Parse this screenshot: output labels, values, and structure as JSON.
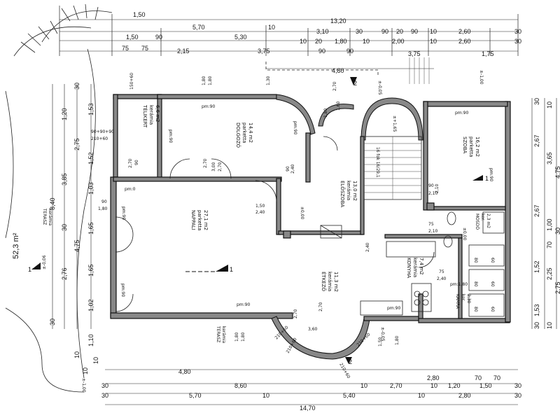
{
  "plan": {
    "area_label": "52,3 m²",
    "level_outer": "±-0,06",
    "rooms": [
      {
        "id": "dolgozo",
        "name": "DOLGOZÓ",
        "floor": "parketta",
        "area": "14,4 m2"
      },
      {
        "id": "szoba",
        "name": "SZOBA",
        "floor": "parketta",
        "area": "16,2 m2"
      },
      {
        "id": "telikert",
        "name": "TÉLIKERT",
        "floor": "kerámia",
        "area": "6,6 m2"
      },
      {
        "id": "eloszoba",
        "name": "ELŐSZOBA",
        "floor": "kerámia",
        "area": "13,0 m2"
      },
      {
        "id": "nappali",
        "name": "NAPPALI",
        "floor": "parketta",
        "area": "27,1 m2"
      },
      {
        "id": "etkezo",
        "name": "ÉTKEZŐ",
        "floor": "kerámia",
        "area": "11,3 m2"
      },
      {
        "id": "konyha",
        "name": "KONYHA",
        "floor": "kerámia",
        "area": "7,4 m2"
      },
      {
        "id": "mosdo",
        "name": "MOSDÓ",
        "floor": "ker.",
        "area": "2,3 m2"
      },
      {
        "id": "kamra",
        "name": "KAMRA",
        "floor": "ker.",
        "area": "2,30"
      },
      {
        "id": "terasz_left",
        "name": "TERASZ",
        "floor": "kerámia",
        "area": ""
      },
      {
        "id": "terasz_bottom",
        "name": "TERASZ",
        "floor": "kerámia",
        "area": ""
      }
    ],
    "top_dims": {
      "row1": [
        "1,50",
        "13,20"
      ],
      "row2": [
        "5,70",
        "10",
        "3,10",
        "30",
        "90",
        "20",
        "90",
        "10",
        "2,60",
        "30"
      ],
      "row3": [
        "1,50",
        "90",
        "5,30",
        "10",
        "20",
        "1,80",
        "10",
        "2,00",
        "10",
        "2,60",
        "30"
      ],
      "row4": [
        "75",
        "75",
        "2,15",
        "3,75",
        "90",
        "90",
        "3,75",
        "1,75"
      ],
      "row5": [
        "4,80"
      ]
    },
    "bottom_dims": {
      "row1": [
        "4,80",
        "2,80",
        "70",
        "70"
      ],
      "row2": [
        "30",
        "8,60",
        "10",
        "2,70",
        "10",
        "1,20",
        "1,50",
        "30"
      ],
      "row3": [
        "30",
        "5,70",
        "10",
        "5,40",
        "10",
        "2,80",
        "30"
      ],
      "row4": [
        "14,70"
      ]
    },
    "left_dims": [
      "1,53",
      "1,52",
      "1,03",
      "1,65",
      "1,65",
      "1,02",
      "1,10",
      "2,75",
      "3,85",
      "8,40",
      "4,75",
      "2,76",
      "30",
      "30",
      "30",
      "1,20",
      "10",
      "10",
      "10"
    ],
    "right_dims": [
      "2,67",
      "3,65",
      "4,75",
      "2,67",
      "1,00",
      "70",
      "1,52",
      "2,25",
      "2,75",
      "1,53",
      "10",
      "30",
      "30",
      "30",
      "10"
    ],
    "window_labels": [
      "pm:90",
      "pm:90",
      "pm:90",
      "pm:90",
      "pm:90",
      "pm:90",
      "pm:90",
      "pm:0",
      "pm:1,80"
    ],
    "opening_labels": [
      "1,80",
      "1,80",
      "2,70",
      "2,70",
      "90",
      "90",
      "1,80",
      "2,40",
      "1,50",
      "2,40",
      "90",
      "2,10",
      "75",
      "2,10",
      "2,40",
      "75",
      "2,40",
      "1,80",
      "2,70",
      "1,80",
      "1,80",
      "2,70",
      "3,60",
      "3,00",
      "2,70",
      "90",
      "2,10",
      "1,30",
      "1,80",
      "1,60",
      "2,70",
      "1,50",
      "150+60",
      "90+90+90",
      "210+60"
    ],
    "stair_label": "16 fok 16/29,1",
    "levels": [
      "±0,00",
      "±0,00",
      "±-0,05",
      "±-1,00",
      "±+1,65",
      "±0,00",
      "±-0,05",
      "±-0,05",
      "±-1,00"
    ],
    "section_marks": [
      "1",
      "1",
      "1",
      "2",
      "2"
    ],
    "misc": [
      "210+60",
      "210+60",
      "210+60",
      "210+60",
      "60",
      "60",
      "60",
      "80",
      "80",
      "80"
    ]
  }
}
